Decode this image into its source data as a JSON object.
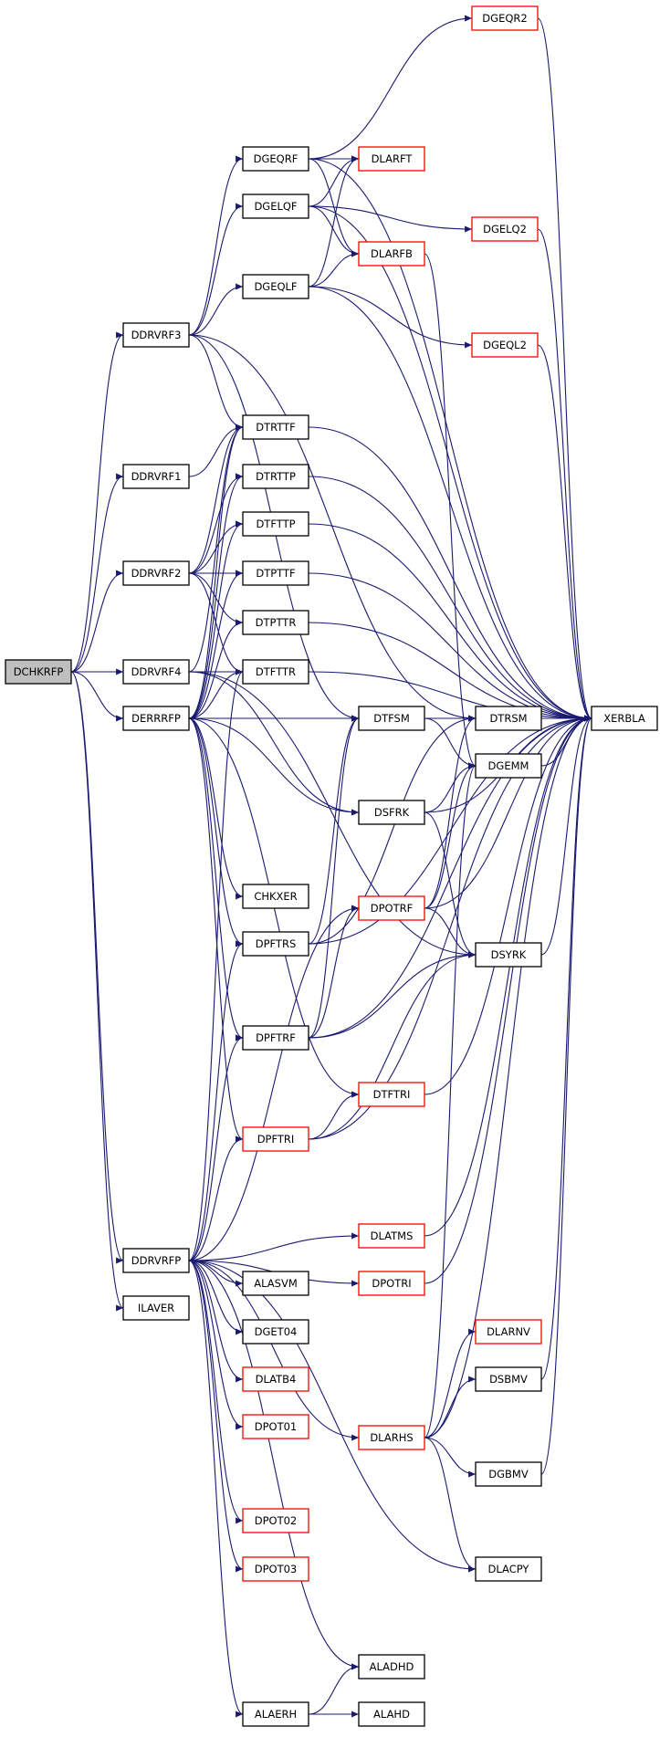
{
  "colors": {
    "edge": "#191970",
    "node_border_default": "#000000",
    "node_border_highlight": "#ff0000",
    "root_fill": "#bfbfbf",
    "node_fill": "#ffffff"
  },
  "nodes": [
    {
      "id": "DCHKRFP",
      "label": "DCHKRFP",
      "style": "root"
    },
    {
      "id": "DDRVRF3",
      "label": "DDRVRF3",
      "style": "black"
    },
    {
      "id": "DDRVRF1",
      "label": "DDRVRF1",
      "style": "black"
    },
    {
      "id": "DDRVRF2",
      "label": "DDRVRF2",
      "style": "black"
    },
    {
      "id": "DDRVRF4",
      "label": "DDRVRF4",
      "style": "black"
    },
    {
      "id": "DERRRFP",
      "label": "DERRRFP",
      "style": "black"
    },
    {
      "id": "DDRVRFP",
      "label": "DDRVRFP",
      "style": "black"
    },
    {
      "id": "ILAVER",
      "label": "ILAVER",
      "style": "black"
    },
    {
      "id": "DGEQRF",
      "label": "DGEQRF",
      "style": "black"
    },
    {
      "id": "DGELQF",
      "label": "DGELQF",
      "style": "black"
    },
    {
      "id": "DGEQLF",
      "label": "DGEQLF",
      "style": "black"
    },
    {
      "id": "DTRTTF",
      "label": "DTRTTF",
      "style": "black"
    },
    {
      "id": "DTRTTP",
      "label": "DTRTTP",
      "style": "black"
    },
    {
      "id": "DTFTTP",
      "label": "DTFTTP",
      "style": "black"
    },
    {
      "id": "DTPTTF",
      "label": "DTPTTF",
      "style": "black"
    },
    {
      "id": "DTPTTR",
      "label": "DTPTTR",
      "style": "black"
    },
    {
      "id": "DTFTTR",
      "label": "DTFTTR",
      "style": "black"
    },
    {
      "id": "CHKXER",
      "label": "CHKXER",
      "style": "black"
    },
    {
      "id": "DPFTRS",
      "label": "DPFTRS",
      "style": "black"
    },
    {
      "id": "DPFTRF",
      "label": "DPFTRF",
      "style": "black"
    },
    {
      "id": "DPFTRI",
      "label": "DPFTRI",
      "style": "red"
    },
    {
      "id": "ALASVM",
      "label": "ALASVM",
      "style": "black"
    },
    {
      "id": "DGET04",
      "label": "DGET04",
      "style": "black"
    },
    {
      "id": "DLATB4",
      "label": "DLATB4",
      "style": "red"
    },
    {
      "id": "DPOT01",
      "label": "DPOT01",
      "style": "red"
    },
    {
      "id": "DPOT02",
      "label": "DPOT02",
      "style": "red"
    },
    {
      "id": "DPOT03",
      "label": "DPOT03",
      "style": "red"
    },
    {
      "id": "ALAERH",
      "label": "ALAERH",
      "style": "black"
    },
    {
      "id": "DLARFT",
      "label": "DLARFT",
      "style": "red"
    },
    {
      "id": "DLARFB",
      "label": "DLARFB",
      "style": "red"
    },
    {
      "id": "DTFSM",
      "label": "DTFSM",
      "style": "black"
    },
    {
      "id": "DSFRK",
      "label": "DSFRK",
      "style": "black"
    },
    {
      "id": "DPOTRF",
      "label": "DPOTRF",
      "style": "red"
    },
    {
      "id": "DTFTRI",
      "label": "DTFTRI",
      "style": "red"
    },
    {
      "id": "DLATMS",
      "label": "DLATMS",
      "style": "red"
    },
    {
      "id": "DPOTRI",
      "label": "DPOTRI",
      "style": "red"
    },
    {
      "id": "DLARHS",
      "label": "DLARHS",
      "style": "red"
    },
    {
      "id": "ALADHD",
      "label": "ALADHD",
      "style": "black"
    },
    {
      "id": "ALAHD",
      "label": "ALAHD",
      "style": "black"
    },
    {
      "id": "DGEQR2",
      "label": "DGEQR2",
      "style": "red"
    },
    {
      "id": "DGELQ2",
      "label": "DGELQ2",
      "style": "red"
    },
    {
      "id": "DGEQL2",
      "label": "DGEQL2",
      "style": "red"
    },
    {
      "id": "DTRSM",
      "label": "DTRSM",
      "style": "black"
    },
    {
      "id": "DGEMM",
      "label": "DGEMM",
      "style": "black"
    },
    {
      "id": "DSYRK",
      "label": "DSYRK",
      "style": "black"
    },
    {
      "id": "DLARNV",
      "label": "DLARNV",
      "style": "red"
    },
    {
      "id": "DSBMV",
      "label": "DSBMV",
      "style": "black"
    },
    {
      "id": "DGBMV",
      "label": "DGBMV",
      "style": "black"
    },
    {
      "id": "DLACPY",
      "label": "DLACPY",
      "style": "black"
    },
    {
      "id": "XERBLA",
      "label": "XERBLA",
      "style": "black"
    }
  ],
  "edges": [
    [
      "DCHKRFP",
      "DDRVRF3"
    ],
    [
      "DCHKRFP",
      "DDRVRF1"
    ],
    [
      "DCHKRFP",
      "DDRVRF2"
    ],
    [
      "DCHKRFP",
      "DDRVRF4"
    ],
    [
      "DCHKRFP",
      "DERRRFP"
    ],
    [
      "DCHKRFP",
      "DDRVRFP"
    ],
    [
      "DCHKRFP",
      "ILAVER"
    ],
    [
      "DDRVRF3",
      "DGEQRF"
    ],
    [
      "DDRVRF3",
      "DGELQF"
    ],
    [
      "DDRVRF3",
      "DGEQLF"
    ],
    [
      "DDRVRF3",
      "DTRTTF"
    ],
    [
      "DDRVRF3",
      "DTFSM"
    ],
    [
      "DDRVRF3",
      "DTRSM"
    ],
    [
      "DDRVRF1",
      "DTRTTF"
    ],
    [
      "DDRVRF2",
      "DTRTTF"
    ],
    [
      "DDRVRF2",
      "DTRTTP"
    ],
    [
      "DDRVRF2",
      "DTFTTP"
    ],
    [
      "DDRVRF2",
      "DTPTTF"
    ],
    [
      "DDRVRF2",
      "DTPTTR"
    ],
    [
      "DDRVRF2",
      "DTFTTR"
    ],
    [
      "DDRVRF4",
      "DTRTTF"
    ],
    [
      "DDRVRF4",
      "DTFTTR"
    ],
    [
      "DDRVRF4",
      "DSFRK"
    ],
    [
      "DDRVRF4",
      "DSYRK"
    ],
    [
      "DERRRFP",
      "DTRTTF"
    ],
    [
      "DERRRFP",
      "DTRTTP"
    ],
    [
      "DERRRFP",
      "DTFTTP"
    ],
    [
      "DERRRFP",
      "DTPTTF"
    ],
    [
      "DERRRFP",
      "DTPTTR"
    ],
    [
      "DERRRFP",
      "DTFTTR"
    ],
    [
      "DERRRFP",
      "DTFSM"
    ],
    [
      "DERRRFP",
      "DSFRK"
    ],
    [
      "DERRRFP",
      "CHKXER"
    ],
    [
      "DERRRFP",
      "DPFTRS"
    ],
    [
      "DERRRFP",
      "DPFTRF"
    ],
    [
      "DERRRFP",
      "DPFTRI"
    ],
    [
      "DERRRFP",
      "DTFTRI"
    ],
    [
      "DDRVRFP",
      "DTFTTR"
    ],
    [
      "DDRVRFP",
      "DPOTRF"
    ],
    [
      "DDRVRFP",
      "DPFTRS"
    ],
    [
      "DDRVRFP",
      "DPFTRF"
    ],
    [
      "DDRVRFP",
      "DPFTRI"
    ],
    [
      "DDRVRFP",
      "DLATMS"
    ],
    [
      "DDRVRFP",
      "DPOTRI"
    ],
    [
      "DDRVRFP",
      "ALASVM"
    ],
    [
      "DDRVRFP",
      "DGET04"
    ],
    [
      "DDRVRFP",
      "DLATB4"
    ],
    [
      "DDRVRFP",
      "DPOT01"
    ],
    [
      "DDRVRFP",
      "DLARHS"
    ],
    [
      "DDRVRFP",
      "DPOT02"
    ],
    [
      "DDRVRFP",
      "DPOT03"
    ],
    [
      "DDRVRFP",
      "DLACPY"
    ],
    [
      "DDRVRFP",
      "ALADHD"
    ],
    [
      "DDRVRFP",
      "ALAERH"
    ],
    [
      "DGEQRF",
      "DLARFT"
    ],
    [
      "DGEQRF",
      "DLARFB"
    ],
    [
      "DGEQRF",
      "DGEQR2"
    ],
    [
      "DGEQRF",
      "XERBLA"
    ],
    [
      "DGELQF",
      "DLARFT"
    ],
    [
      "DGELQF",
      "DLARFB"
    ],
    [
      "DGELQF",
      "DGELQ2"
    ],
    [
      "DGELQF",
      "XERBLA"
    ],
    [
      "DGEQLF",
      "DLARFT"
    ],
    [
      "DGEQLF",
      "DLARFB"
    ],
    [
      "DGEQLF",
      "DGEQL2"
    ],
    [
      "DGEQLF",
      "XERBLA"
    ],
    [
      "DGEQR2",
      "XERBLA"
    ],
    [
      "DGELQ2",
      "XERBLA"
    ],
    [
      "DGEQL2",
      "XERBLA"
    ],
    [
      "DLARFB",
      "DGEMM"
    ],
    [
      "DTRTTF",
      "XERBLA"
    ],
    [
      "DTRTTP",
      "XERBLA"
    ],
    [
      "DTFTTP",
      "XERBLA"
    ],
    [
      "DTPTTF",
      "XERBLA"
    ],
    [
      "DTPTTR",
      "XERBLA"
    ],
    [
      "DTFTTR",
      "XERBLA"
    ],
    [
      "DTFSM",
      "DTRSM"
    ],
    [
      "DTFSM",
      "DGEMM"
    ],
    [
      "DTFSM",
      "XERBLA"
    ],
    [
      "DTRSM",
      "XERBLA"
    ],
    [
      "DGEMM",
      "XERBLA"
    ],
    [
      "DSFRK",
      "DGEMM"
    ],
    [
      "DSFRK",
      "DSYRK"
    ],
    [
      "DSFRK",
      "XERBLA"
    ],
    [
      "DPFTRS",
      "DTFSM"
    ],
    [
      "DPFTRS",
      "DTRSM"
    ],
    [
      "DPFTRS",
      "XERBLA"
    ],
    [
      "DPOTRF",
      "DTRSM"
    ],
    [
      "DPOTRF",
      "DGEMM"
    ],
    [
      "DPOTRF",
      "DSYRK"
    ],
    [
      "DPOTRF",
      "XERBLA"
    ],
    [
      "DSYRK",
      "XERBLA"
    ],
    [
      "DPFTRF",
      "DTFSM"
    ],
    [
      "DPFTRF",
      "DPOTRF"
    ],
    [
      "DPFTRF",
      "DSYRK"
    ],
    [
      "DPFTRF",
      "XERBLA"
    ],
    [
      "DTFTRI",
      "XERBLA"
    ],
    [
      "DPFTRI",
      "DTFTRI"
    ],
    [
      "DPFTRI",
      "DSYRK"
    ],
    [
      "DPFTRI",
      "XERBLA"
    ],
    [
      "DLATMS",
      "XERBLA"
    ],
    [
      "DPOTRI",
      "XERBLA"
    ],
    [
      "DLARHS",
      "DLARNV"
    ],
    [
      "DLARHS",
      "DSBMV"
    ],
    [
      "DLARHS",
      "DGBMV"
    ],
    [
      "DLARHS",
      "DLACPY"
    ],
    [
      "DLARHS",
      "DGEMM"
    ],
    [
      "DLARHS",
      "XERBLA"
    ],
    [
      "DSBMV",
      "XERBLA"
    ],
    [
      "DGBMV",
      "XERBLA"
    ],
    [
      "ALAERH",
      "ALADHD"
    ],
    [
      "ALAERH",
      "ALAHD"
    ]
  ]
}
